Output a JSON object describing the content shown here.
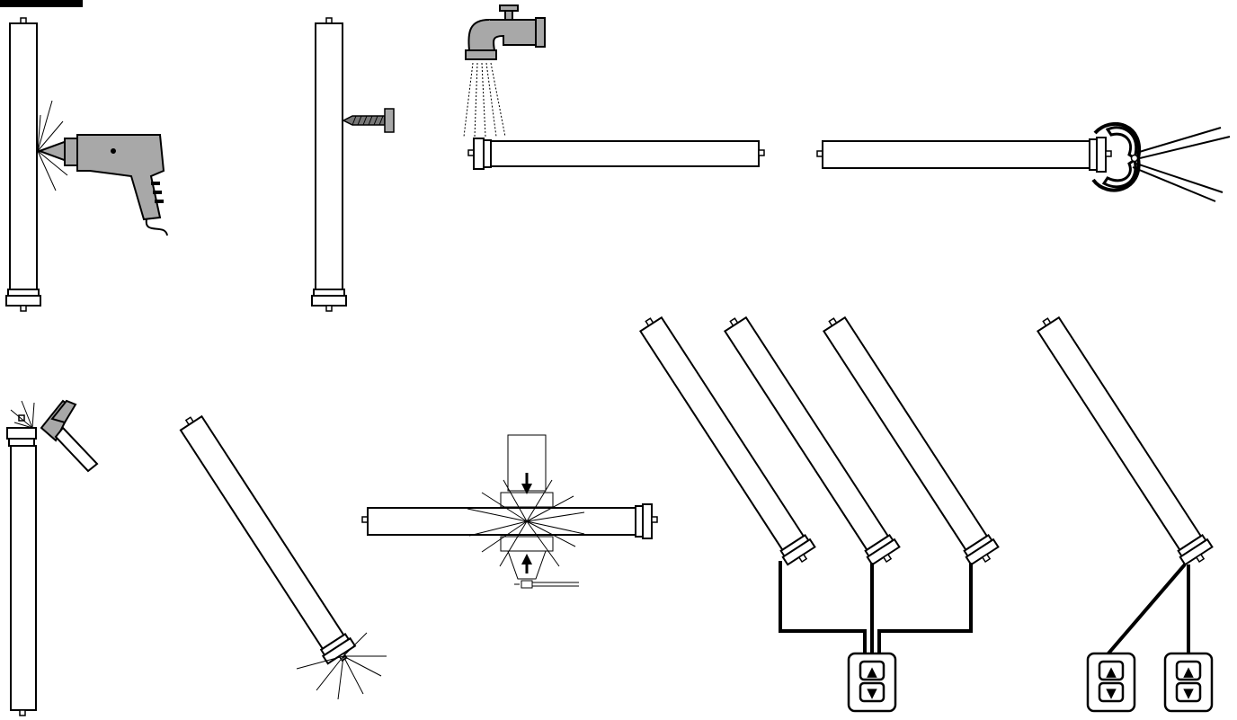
{
  "figure": {
    "panels": [
      {
        "id": "no-drilling"
      },
      {
        "id": "no-nails-or-screws"
      },
      {
        "id": "no-water"
      },
      {
        "id": "no-clamping-with-pliers"
      },
      {
        "id": "no-hammering"
      },
      {
        "id": "do-not-drop"
      },
      {
        "id": "no-crushing"
      },
      {
        "id": "no-multiple-motors-on-one-switch"
      },
      {
        "id": "no-multiple-switches-on-one-motor"
      }
    ],
    "switch_symbols": {
      "up": "▲",
      "down": "▼"
    }
  }
}
